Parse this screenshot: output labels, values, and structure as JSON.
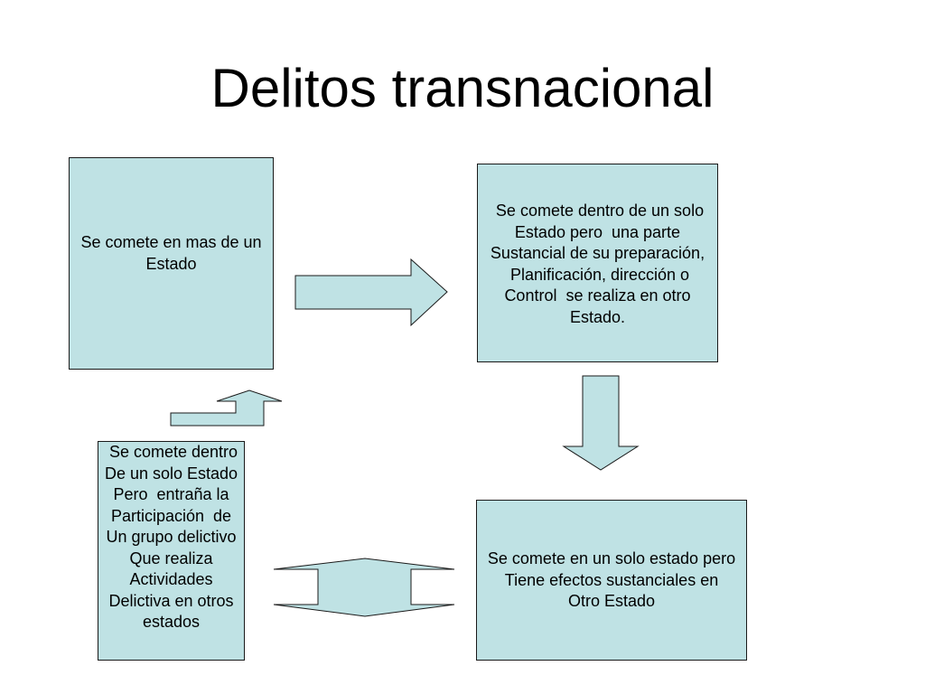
{
  "title": "Delitos transnacional",
  "colors": {
    "box_fill": "#bfe2e4",
    "arrow_fill": "#bfe2e4",
    "stroke": "#1a1a1a"
  },
  "boxes": [
    {
      "id": "box1",
      "lines": [
        "Se comete en mas de un",
        "Estado"
      ]
    },
    {
      "id": "box2",
      "lines": [
        " Se comete dentro de un solo",
        "Estado pero  una parte",
        "Sustancial de su preparación,",
        " Planificación, dirección o",
        "Control  se realiza en otro",
        "Estado."
      ]
    },
    {
      "id": "box3",
      "lines": [
        "Se comete en un solo estado pero",
        "Tiene efectos sustanciales en",
        "Otro Estado"
      ]
    },
    {
      "id": "box4",
      "lines": [
        " Se comete dentro",
        "De un solo Estado",
        "Pero  entraña la",
        "Participación  de",
        "Un grupo delictivo",
        "Que realiza",
        "Actividades",
        "Delictiva en otros",
        "estados"
      ]
    }
  ],
  "arrows": [
    {
      "name": "right-arrow",
      "direction": "right",
      "from": "box1",
      "to": "box2"
    },
    {
      "name": "down-arrow",
      "direction": "down",
      "from": "box2",
      "to": "box3"
    },
    {
      "name": "left-right-arrow",
      "direction": "both",
      "from": "box3",
      "to": "box4"
    },
    {
      "name": "up-turn-arrow",
      "direction": "up",
      "from": "box4",
      "to": "box1"
    }
  ]
}
